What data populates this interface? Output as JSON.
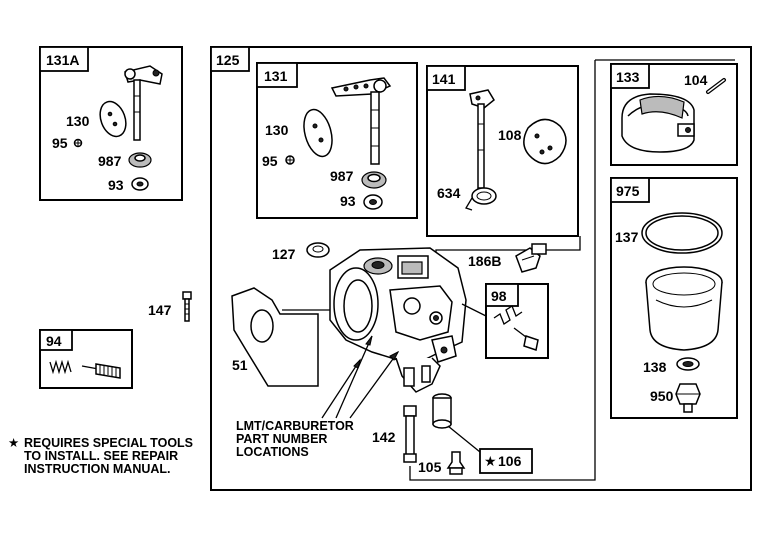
{
  "groups": {
    "g131A": "131A",
    "g125": "125",
    "g131": "131",
    "g141": "141",
    "g133": "133",
    "g975": "975",
    "g94": "94",
    "g98": "98"
  },
  "parts": {
    "p130a": "130",
    "p95a": "95",
    "p987a": "987",
    "p93a": "93",
    "p130b": "130",
    "p95b": "95",
    "p987b": "987",
    "p93b": "93",
    "p108": "108",
    "p634": "634",
    "p104": "104",
    "p137": "137",
    "p138": "138",
    "p950": "950",
    "p127": "127",
    "p186B": "186B",
    "p147": "147",
    "p51": "51",
    "p142": "142",
    "p105": "105",
    "p106": "106"
  },
  "notes": {
    "star": "★",
    "special_tools": [
      "REQUIRES SPECIAL TOOLS",
      "TO INSTALL.  SEE REPAIR",
      "INSTRUCTION MANUAL."
    ],
    "carb_location": [
      "LMT/CARBURETOR",
      "PART NUMBER",
      "LOCATIONS"
    ]
  }
}
